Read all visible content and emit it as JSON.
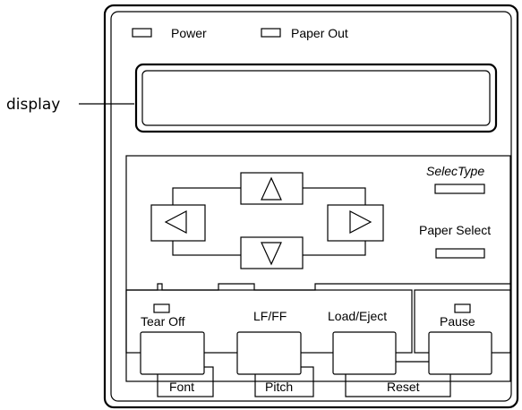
{
  "callout": {
    "label": "display"
  },
  "indicators": {
    "power": "Power",
    "paper_out": "Paper Out"
  },
  "buttons": {
    "selectype": "SelecType",
    "paper_select": "Paper Select",
    "tear_off": "Tear Off",
    "lf_ff": "LF/FF",
    "load_eject": "Load/Eject",
    "pause": "Pause"
  },
  "secondary_labels": {
    "font": "Font",
    "pitch": "Pitch",
    "reset": "Reset"
  },
  "icons": {
    "up": "triangle-up-icon",
    "down": "triangle-down-icon",
    "left": "triangle-left-icon",
    "right": "triangle-right-icon"
  }
}
